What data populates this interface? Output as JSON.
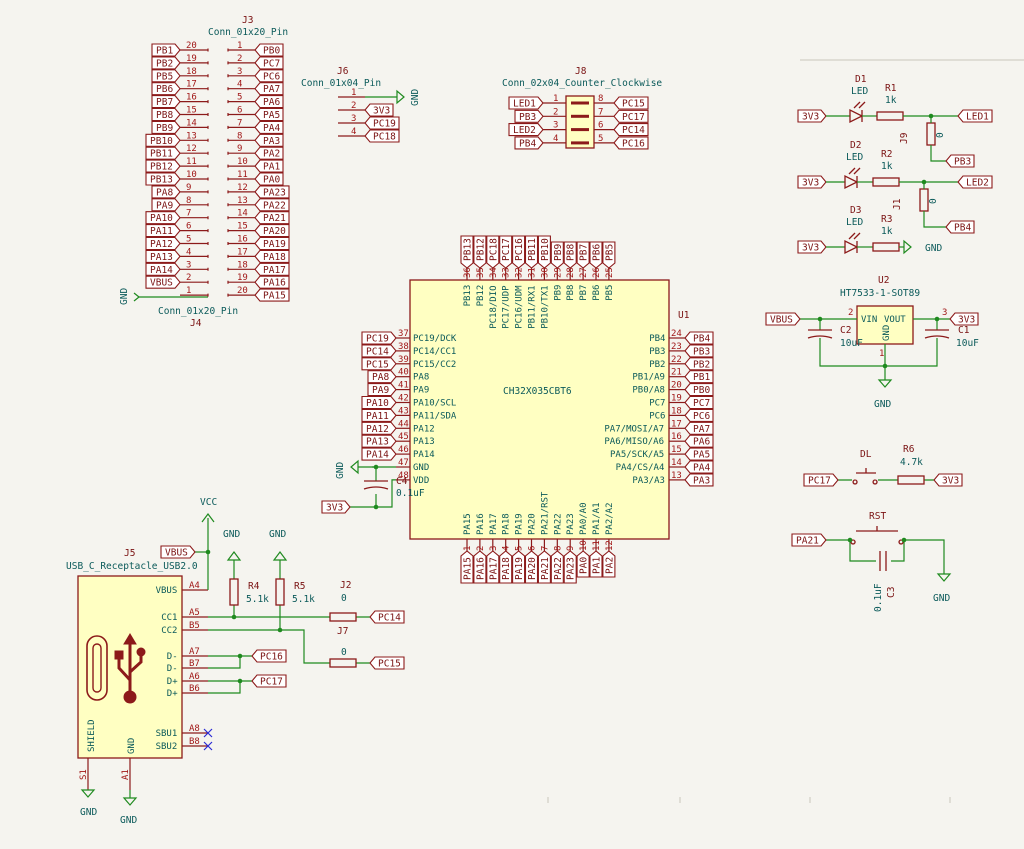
{
  "j3": {
    "ref": "J3",
    "value": "Conn_01x20_Pin",
    "rows": [
      [
        "PB1",
        "20",
        "1",
        "PB0"
      ],
      [
        "PB2",
        "19",
        "2",
        "PC7"
      ],
      [
        "PB5",
        "18",
        "3",
        "PC6"
      ],
      [
        "PB6",
        "17",
        "4",
        "PA7"
      ],
      [
        "PB7",
        "16",
        "5",
        "PA6"
      ],
      [
        "PB8",
        "15",
        "6",
        "PA5"
      ],
      [
        "PB9",
        "14",
        "7",
        "PA4"
      ],
      [
        "PB10",
        "13",
        "8",
        "PA3"
      ],
      [
        "PB11",
        "12",
        "9",
        "PA2"
      ],
      [
        "PB12",
        "11",
        "10",
        "PA1"
      ],
      [
        "PB13",
        "10",
        "11",
        "PA0"
      ],
      [
        "PA8",
        "9",
        "12",
        "PA23"
      ],
      [
        "PA9",
        "8",
        "13",
        "PA22"
      ],
      [
        "PA10",
        "7",
        "14",
        "PA21"
      ],
      [
        "PA11",
        "6",
        "15",
        "PA20"
      ],
      [
        "PA12",
        "5",
        "16",
        "PA19"
      ],
      [
        "PA13",
        "4",
        "17",
        "PA18"
      ],
      [
        "PA14",
        "3",
        "18",
        "PA17"
      ],
      [
        "VBUS",
        "2",
        "19",
        "PA16"
      ],
      [
        "",
        "1",
        "20",
        "PA15"
      ]
    ]
  },
  "j4": {
    "ref": "J4",
    "value": "Conn_01x20_Pin"
  },
  "j6": {
    "ref": "J6",
    "value": "Conn_01x04_Pin",
    "pins": [
      "1",
      "2",
      "3",
      "4"
    ],
    "labels": [
      "",
      "3V3",
      "PC19",
      "PC18"
    ],
    "gnd": "GND"
  },
  "j8": {
    "ref": "J8",
    "value": "Conn_02x04_Counter_Clockwise",
    "rows": [
      [
        "LED1",
        "1",
        "8",
        "PC15"
      ],
      [
        "PB3",
        "2",
        "7",
        "PC17"
      ],
      [
        "LED2",
        "3",
        "6",
        "PC14"
      ],
      [
        "PB4",
        "4",
        "5",
        "PC16"
      ]
    ]
  },
  "leds": [
    {
      "dref": "D1",
      "dval": "LED",
      "rref": "R1",
      "rval": "1k",
      "src": "3V3",
      "out": "LED1",
      "jref": "J9",
      "jval": "0",
      "tap": "PB3"
    },
    {
      "dref": "D2",
      "dval": "LED",
      "rref": "R2",
      "rval": "1k",
      "src": "3V3",
      "out": "LED2",
      "jref": "J1",
      "jval": "0",
      "tap": "PB4"
    },
    {
      "dref": "D3",
      "dval": "LED",
      "rref": "R3",
      "rval": "1k",
      "src": "3V3",
      "gnd": "GND"
    }
  ],
  "u2": {
    "ref": "U2",
    "value": "HT7533-1-SOT89",
    "vin": "VIN",
    "vout": "VOUT",
    "gndpin": "GND",
    "p_in": "2",
    "p_out": "3",
    "p_gnd": "1",
    "in_label": "VBUS",
    "out_label": "3V3",
    "c2": "C2",
    "c2v": "10uF",
    "c1": "C1",
    "c1v": "10uF",
    "gnd": "GND"
  },
  "u1": {
    "ref": "U1",
    "value": "CH32X035CBT6",
    "top": [
      [
        "36",
        "PB13"
      ],
      [
        "35",
        "PB12"
      ],
      [
        "34",
        "PC18/DIO"
      ],
      [
        "33",
        "PC17/UDP"
      ],
      [
        "32",
        "PC16/UDM"
      ],
      [
        "31",
        "PB11/RX1"
      ],
      [
        "30",
        "PB10/TX1"
      ],
      [
        "29",
        "PB9"
      ],
      [
        "28",
        "PB8"
      ],
      [
        "27",
        "PB7"
      ],
      [
        "26",
        "PB6"
      ],
      [
        "25",
        "PB5"
      ]
    ],
    "topLabels": [
      "PB13",
      "PB12",
      "PC18",
      "PC17",
      "PC16",
      "PB11",
      "PB10",
      "PB9",
      "PB8",
      "PB7",
      "PB6",
      "PB5"
    ],
    "left": [
      [
        "37",
        "PC19/DCK",
        "PC19"
      ],
      [
        "38",
        "PC14/CC1",
        "PC14"
      ],
      [
        "39",
        "PC15/CC2",
        "PC15"
      ],
      [
        "40",
        "PA8",
        "PA8"
      ],
      [
        "41",
        "PA9",
        "PA9"
      ],
      [
        "42",
        "PA10/SCL",
        "PA10"
      ],
      [
        "43",
        "PA11/SDA",
        "PA11"
      ],
      [
        "44",
        "PA12",
        "PA12"
      ],
      [
        "45",
        "PA13",
        "PA13"
      ],
      [
        "46",
        "PA14",
        "PA14"
      ],
      [
        "47",
        "GND",
        ""
      ],
      [
        "48",
        "VDD",
        ""
      ]
    ],
    "right": [
      [
        "24",
        "PB4",
        "PB4"
      ],
      [
        "23",
        "PB3",
        "PB3"
      ],
      [
        "22",
        "PB2",
        "PB2"
      ],
      [
        "21",
        "PB1/A9",
        "PB1"
      ],
      [
        "20",
        "PB0/A8",
        "PB0"
      ],
      [
        "19",
        "PC7",
        "PC7"
      ],
      [
        "18",
        "PC6",
        "PC6"
      ],
      [
        "17",
        "PA7/MOSI/A7",
        "PA7"
      ],
      [
        "16",
        "PA6/MISO/A6",
        "PA6"
      ],
      [
        "15",
        "PA5/SCK/A5",
        "PA5"
      ],
      [
        "14",
        "PA4/CS/A4",
        "PA4"
      ],
      [
        "13",
        "PA3/A3",
        "PA3"
      ]
    ],
    "bottom": [
      [
        "1",
        "PA15"
      ],
      [
        "2",
        "PA16"
      ],
      [
        "3",
        "PA17"
      ],
      [
        "4",
        "PA18"
      ],
      [
        "5",
        "PA19"
      ],
      [
        "6",
        "PA20"
      ],
      [
        "7",
        "PA21/RST"
      ],
      [
        "8",
        "PA22"
      ],
      [
        "9",
        "PA23"
      ],
      [
        "10",
        "PA0/A0"
      ],
      [
        "11",
        "PA1/A1"
      ],
      [
        "12",
        "PA2/A2"
      ]
    ],
    "bottomLabels": [
      "PA15",
      "PA16",
      "PA17",
      "PA18",
      "PA19",
      "PA20",
      "PA21",
      "PA22",
      "PA23",
      "PA0",
      "PA1",
      "PA2"
    ],
    "gnd": "GND",
    "cap": "C4",
    "capval": "0.1uF",
    "vdd_label": "3V3"
  },
  "dl": {
    "ref": "DL",
    "rref": "R6",
    "rval": "4.7k",
    "in": "PC17",
    "out": "3V3"
  },
  "rst": {
    "ref": "RST",
    "cap": "C3",
    "capval": "0.1uF",
    "in": "PA21",
    "gnd": "GND"
  },
  "j5": {
    "ref": "J5",
    "value": "USB_C_Receptacle_USB2.0",
    "pins": [
      [
        "A4",
        "VBUS"
      ],
      [
        "A5",
        "CC1"
      ],
      [
        "B5",
        "CC2"
      ],
      [
        "A7",
        "D-"
      ],
      [
        "B7",
        "D-"
      ],
      [
        "A6",
        "D+"
      ],
      [
        "B6",
        "D+"
      ],
      [
        "A8",
        "SBU1"
      ],
      [
        "B8",
        "SBU2"
      ]
    ],
    "shield": "SHIELD",
    "gndname": "GND",
    "s1": "S1",
    "a1": "A1",
    "vcc": "VCC",
    "vbus_label": "VBUS",
    "gnd": "GND",
    "r4": "R4",
    "r4v": "5.1k",
    "r5": "R5",
    "r5v": "5.1k",
    "j2": "J2",
    "j2v": "0",
    "j7": "J7",
    "j7v": "0",
    "cc1_label": "PC14",
    "cc2_label": "PC15",
    "dm_label": "PC16",
    "dp_label": "PC17"
  }
}
